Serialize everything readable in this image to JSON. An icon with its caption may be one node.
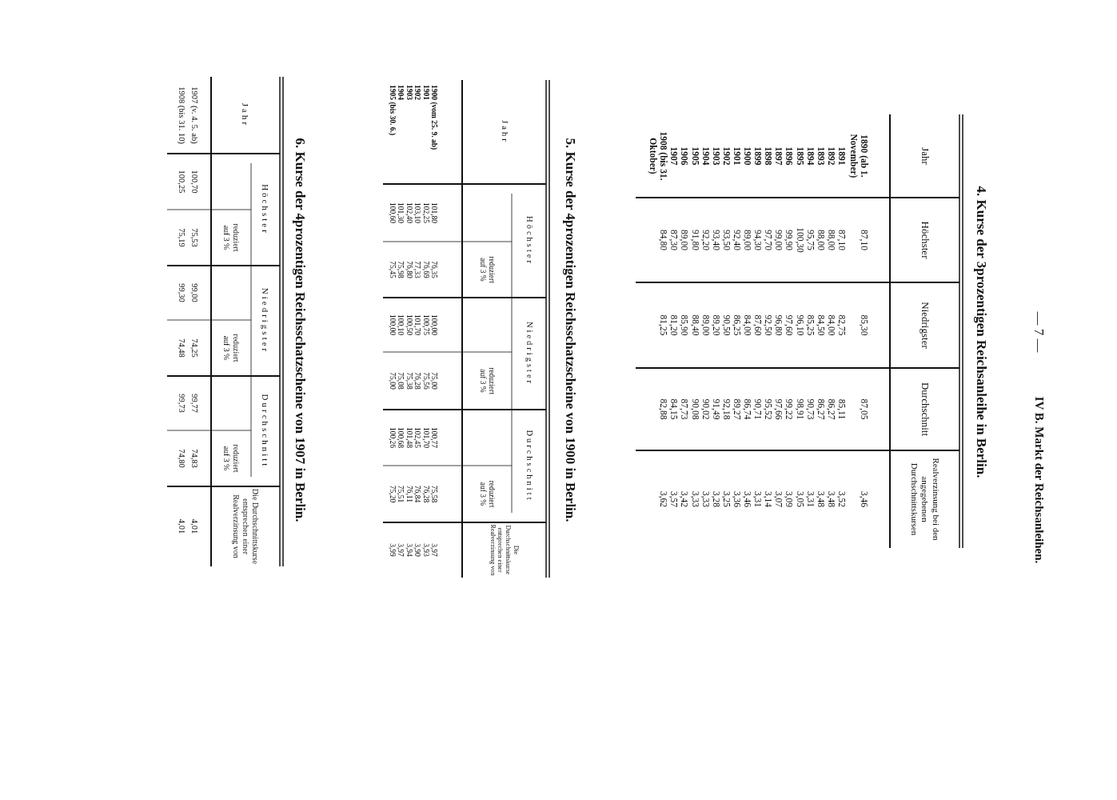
{
  "diagram": {
    "labels": [
      "— 7 —",
      "IV B. Markt der Reichsanleihen.",
      "4. Kurse der 3prozentigen Reichsanleihe in Berlin.",
      "Jahr",
      "Höchster",
      "Niedrigster",
      "Durchschnitt",
      "Realverzinsung bei den angegebenen Durchschnittskursen",
      "1890 (ab 1. November)",
      "87,10",
      "85,30",
      "87,05",
      "3,46",
      "1891",
      "87,10",
      "82,75",
      "85,11",
      "3,52",
      "1892",
      "88,00",
      "84,00",
      "86,27",
      "3,48",
      "1893",
      "88,00",
      "84,50",
      "86,27",
      "3,48",
      "1894",
      "95,75",
      "85,25",
      "90,73",
      "3,31",
      "1895",
      "100,30",
      "96,10",
      "98,91",
      "3,05",
      "1896",
      "99,90",
      "97,60",
      "99,22",
      "3,09",
      "1897",
      "99,00",
      "96,80",
      "97,66",
      "3,07",
      "1898",
      "97,70",
      "92,50",
      "95,52",
      "3,14",
      "1899",
      "94,30",
      "87,60",
      "90,71",
      "3,31",
      "1900",
      "89,00",
      "84,00",
      "86,74",
      "3,46",
      "1901",
      "92,40",
      "86,25",
      "89,27",
      "3,36",
      "1902",
      "93,50",
      "90,50",
      "92,18",
      "3,25",
      "1903",
      "93,40",
      "89,20",
      "91,49",
      "3,28",
      "1904",
      "92,20",
      "89,00",
      "90,02",
      "3,33",
      "1905",
      "91,80",
      "88,40",
      "90,08",
      "3,33",
      "1906",
      "89,00",
      "85,90",
      "87,73",
      "3,42",
      "1907",
      "87,30",
      "81,20",
      "84,15",
      "3,57",
      "1908 (bis 31. Oktober)",
      "84,80",
      "81,25",
      "82,88",
      "3,62",
      "5. Kurse der 4prozentigen Reichsschatzscheine von 1900 in Berlin.",
      "Jahr",
      "Höchster",
      "Niedrigster",
      "Durchschnitt",
      "Die Durchschnittskurse entsprechen einer Realverzinsung von",
      "reduziert auf 3 %",
      "reduziert auf 3 %",
      "reduziert auf 3 %",
      "1900 (vom 25. 9. ab)",
      "101,80",
      "76,35",
      "100,00",
      "75,00",
      "100,77",
      "75,58",
      "3,97",
      "1901",
      "102,25",
      "76,69",
      "100,75",
      "75,56",
      "101,70",
      "76,28",
      "3,93",
      "1902",
      "103,10",
      "77,33",
      "101,70",
      "76,28",
      "102,45",
      "76,84",
      "3,90",
      "1903",
      "102,40",
      "76,80",
      "100,50",
      "75,38",
      "101,48",
      "76,11",
      "3,94",
      "1904",
      "101,30",
      "75,98",
      "100,10",
      "75,08",
      "100,68",
      "75,51",
      "3,97",
      "1905 (bis 30. 6.)",
      "100,60",
      "75,45",
      "100,00",
      "75,00",
      "100,26",
      "75,20",
      "3,99",
      "6. Kurse der 4prozentigen Reichsschatzscheine von 1907 in Berlin.",
      "Jahr",
      "Höchster",
      "Niedrigster",
      "Durchschnitt",
      "Die Durchschnittskurse entsprechen einer Realverzinsung von",
      "reduziert auf 3 %",
      "reduziert auf 3 %",
      "reduziert auf 3 %",
      "1907 (v. 4. 5. ab)",
      "100,70",
      "75,53",
      "99,00",
      "74,25",
      "99,77",
      "74,83",
      "4,01",
      "1908 (bis 31. 10)",
      "100,25",
      "75,19",
      "99,30",
      "74,48",
      "99,73",
      "74,80",
      "4,01"
    ]
  }
}
